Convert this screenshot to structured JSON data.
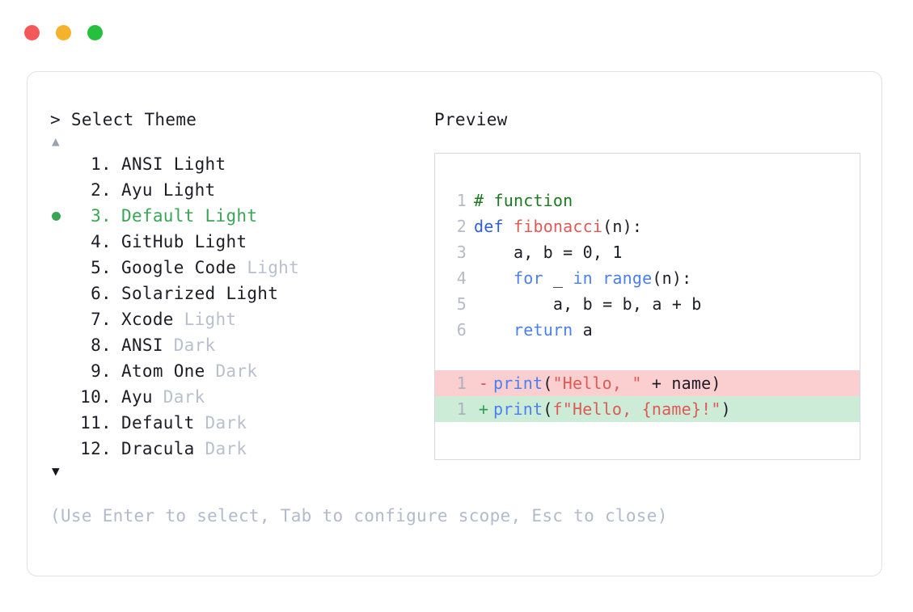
{
  "window": {
    "traffic_lights": [
      {
        "name": "close",
        "color": "#f3595b"
      },
      {
        "name": "minimize",
        "color": "#f5b32b"
      },
      {
        "name": "maximize",
        "color": "#26c03f"
      }
    ]
  },
  "selector": {
    "prompt": "> Select Theme",
    "scroll_up_icon": "▲",
    "scroll_down_icon": "▼",
    "selected_index": 3,
    "selected_bullet": "●",
    "accent_color": "#3aa655",
    "items": [
      {
        "index": "1.",
        "name": "ANSI",
        "variant": "Light",
        "variant_muted": false,
        "selected": false
      },
      {
        "index": "2.",
        "name": "Ayu",
        "variant": "Light",
        "variant_muted": false,
        "selected": false
      },
      {
        "index": "3.",
        "name": "Default",
        "variant": "Light",
        "variant_muted": false,
        "selected": true
      },
      {
        "index": "4.",
        "name": "GitHub",
        "variant": "Light",
        "variant_muted": false,
        "selected": false
      },
      {
        "index": "5.",
        "name": "Google Code",
        "variant": "Light",
        "variant_muted": true,
        "selected": false
      },
      {
        "index": "6.",
        "name": "Solarized",
        "variant": "Light",
        "variant_muted": false,
        "selected": false
      },
      {
        "index": "7.",
        "name": "Xcode",
        "variant": "Light",
        "variant_muted": true,
        "selected": false
      },
      {
        "index": "8.",
        "name": "ANSI",
        "variant": "Dark",
        "variant_muted": true,
        "selected": false
      },
      {
        "index": "9.",
        "name": "Atom One",
        "variant": "Dark",
        "variant_muted": true,
        "selected": false
      },
      {
        "index": "10.",
        "name": "Ayu",
        "variant": "Dark",
        "variant_muted": true,
        "selected": false
      },
      {
        "index": "11.",
        "name": "Default",
        "variant": "Dark",
        "variant_muted": true,
        "selected": false
      },
      {
        "index": "12.",
        "name": "Dracula",
        "variant": "Dark",
        "variant_muted": true,
        "selected": false
      }
    ]
  },
  "preview": {
    "label": "Preview",
    "code_lines": [
      {
        "number": "1",
        "tokens": [
          {
            "t": "# function",
            "c": "tok-comment"
          }
        ]
      },
      {
        "number": "2",
        "tokens": [
          {
            "t": "def ",
            "c": "tok-kw-def"
          },
          {
            "t": "fibonacci",
            "c": "tok-fn"
          },
          {
            "t": "(n):",
            "c": "tok-plain"
          }
        ]
      },
      {
        "number": "3",
        "tokens": [
          {
            "t": "    a, b = 0, 1",
            "c": "tok-plain"
          }
        ]
      },
      {
        "number": "4",
        "tokens": [
          {
            "t": "    ",
            "c": "tok-plain"
          },
          {
            "t": "for",
            "c": "tok-kw"
          },
          {
            "t": " _ ",
            "c": "tok-plain"
          },
          {
            "t": "in",
            "c": "tok-kw"
          },
          {
            "t": " ",
            "c": "tok-plain"
          },
          {
            "t": "range",
            "c": "tok-builtin"
          },
          {
            "t": "(n):",
            "c": "tok-plain"
          }
        ]
      },
      {
        "number": "5",
        "tokens": [
          {
            "t": "        a, b = b, a + b",
            "c": "tok-plain"
          }
        ]
      },
      {
        "number": "6",
        "tokens": [
          {
            "t": "    ",
            "c": "tok-plain"
          },
          {
            "t": "return",
            "c": "tok-kw"
          },
          {
            "t": " a",
            "c": "tok-plain"
          }
        ]
      }
    ],
    "diff_lines": [
      {
        "number": "1",
        "mark": "-",
        "kind": "removed",
        "tokens": [
          {
            "t": "print",
            "c": "tok-print"
          },
          {
            "t": "(",
            "c": "tok-plain"
          },
          {
            "t": "\"Hello, \"",
            "c": "tok-str"
          },
          {
            "t": " + name)",
            "c": "tok-plain"
          }
        ]
      },
      {
        "number": "1",
        "mark": "+",
        "kind": "added",
        "tokens": [
          {
            "t": "print",
            "c": "tok-print"
          },
          {
            "t": "(",
            "c": "tok-plain"
          },
          {
            "t": "f\"Hello, {name}!\"",
            "c": "tok-str"
          },
          {
            "t": ")",
            "c": "tok-plain"
          }
        ]
      }
    ]
  },
  "footer": {
    "help": "(Use Enter to select, Tab to configure scope, Esc to close)"
  }
}
